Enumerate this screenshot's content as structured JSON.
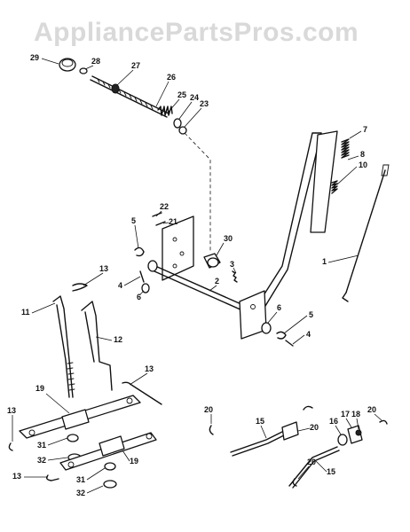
{
  "watermark": "AppliancePartsPros.com",
  "callouts": {
    "c1": "1",
    "c2": "2",
    "c3": "3",
    "c4a": "4",
    "c4b": "4",
    "c5a": "5",
    "c5b": "5",
    "c6a": "6",
    "c6b": "6",
    "c7": "7",
    "c8": "8",
    "c10": "10",
    "c11": "11",
    "c12": "12",
    "c13a": "13",
    "c13b": "13",
    "c13c": "13",
    "c13d": "13",
    "c15a": "15",
    "c15b": "15",
    "c16": "16",
    "c17": "17",
    "c18": "18",
    "c19a": "19",
    "c19b": "19",
    "c20a": "20",
    "c20b": "20",
    "c20c": "20",
    "c20d": "20",
    "c21": "21",
    "c22": "22",
    "c23": "23",
    "c24": "24",
    "c25": "25",
    "c26": "26",
    "c27": "27",
    "c28": "28",
    "c29": "29",
    "c30": "30",
    "c31a": "31",
    "c31b": "31",
    "c32a": "32",
    "c32b": "32"
  }
}
